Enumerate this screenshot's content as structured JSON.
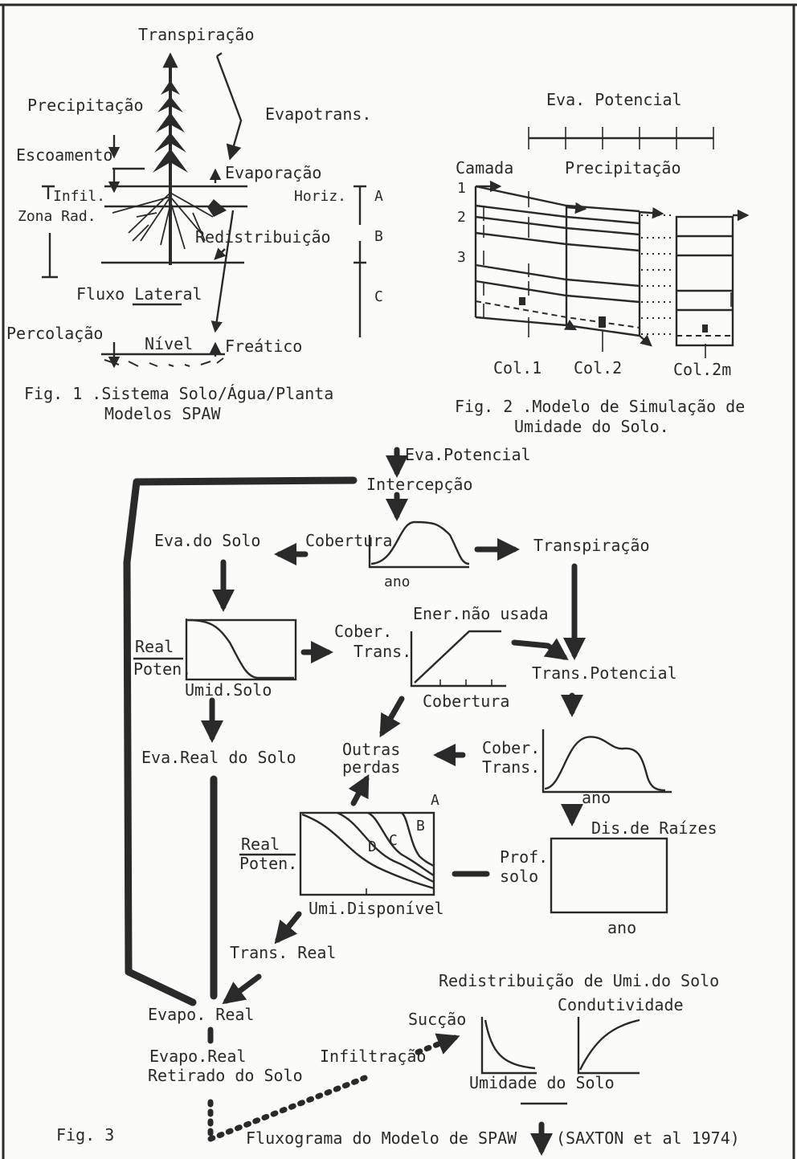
{
  "fig1": {
    "labels": {
      "transpiracao": "Transpiração",
      "precipitacao": "Precipitação",
      "evapotrans": "Evapotrans.",
      "escoamento": "Escoamento",
      "evaporacao": "Evaporação",
      "infil": "Infil.",
      "horiz": "Horiz.",
      "horiz_a": "A",
      "zona_rad": "Zona Rad.",
      "redistribuicao": "Redistribuição",
      "horiz_b": "B",
      "fluxo_lateral": "Fluxo Lateral",
      "horiz_c": "C",
      "percolacao": "Percolação",
      "nivel": "Nível",
      "freatico": "Freático"
    },
    "caption_line1": "Fig. 1 .Sistema Solo/Água/Planta",
    "caption_line2": "Modelos SPAW"
  },
  "fig2": {
    "labels": {
      "eva_potencial": "Eva. Potencial",
      "camada": "Camada",
      "precipitacao": "Precipitação",
      "layer_1": "1",
      "layer_2": "2",
      "layer_3": "3",
      "col1": "Col.1",
      "col2": "Col.2",
      "col2m": "Col.2m"
    },
    "caption_line1": "Fig. 2 .Modelo de Simulação de",
    "caption_line2": "Umidade do Solo."
  },
  "fig3": {
    "labels": {
      "eva_potencial": "Eva.Potencial",
      "intercepcao": "Intercepção",
      "eva_do_solo": "Eva.do Solo",
      "cobertura_chart": "Cobertura",
      "ano_1": "ano",
      "transpiracao": "Transpiração",
      "real": "Real",
      "poten": "Poten.",
      "umid_solo": "Umid.Solo",
      "cober": "Cober.",
      "trans": "Trans.",
      "ener_nao_usada": "Ener.não usada",
      "cobertura_axis": "Cobertura",
      "trans_potencial": "Trans.Potencial",
      "eva_real_do_solo": "Eva.Real do Solo",
      "outras_perdas_1": "Outras",
      "outras_perdas_2": "perdas",
      "cober_2": "Cober.",
      "trans_2": "Trans.",
      "ano_2": "ano",
      "curve_a": "A",
      "curve_b": "B",
      "curve_c": "C",
      "curve_d": "D",
      "real_2": "Real",
      "poten_2": "Poten.",
      "dis_de_raizes": "Dis.de Raízes",
      "prof": "Prof.",
      "solo": "solo",
      "umi_disponivel": "Umi.Disponível",
      "ano_3": "ano",
      "trans_real": "Trans. Real",
      "redistribuicao_title": "Redistribuição de Umi.do Solo",
      "condutividade": "Condutividade",
      "succao": "Sucção",
      "evapo_real": "Evapo. Real",
      "infiltracao": "Infiltração",
      "evapo_real_2": "Evapo.Real",
      "retirado_do_solo": "Retirado do Solo",
      "umidade_do_solo": "Umidade do Solo"
    },
    "caption_fig": "Fig. 3",
    "caption_title": "Fluxograma do Modelo de SPAW",
    "caption_ref": "(SAXTON et al 1974)"
  }
}
